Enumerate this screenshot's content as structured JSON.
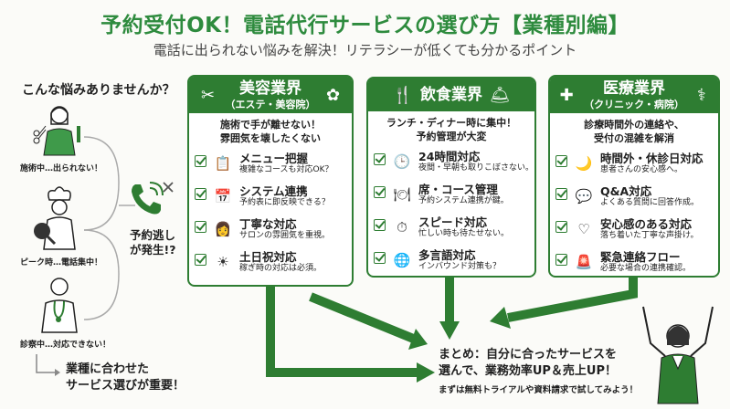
{
  "title": "予約受付OK！電話代行サービスの選び方【業種別編】",
  "subtitle": "電話に出られない悩みを解決！リテラシーが低くても分かるポイント",
  "left": {
    "question": "こんな悩みありませんか？",
    "people": [
      {
        "label": "施術中…出られない！"
      },
      {
        "label": "ピーク時…電話集中！"
      },
      {
        "label": "診察中…対応できない！"
      }
    ],
    "missed_call": "予約逃し\nが発生!?",
    "conclusion": "業種に合わせた\nサービス選びが重要！"
  },
  "panels": [
    {
      "title": "美容業界",
      "subtitle": "（エステ・美容院）",
      "intro": "施術で手が離せない！\n雰囲気を壊したくない",
      "items": [
        {
          "title": "メニュー把握",
          "desc": "複雑なコースも対応OK？",
          "icon": "clipboard-icon"
        },
        {
          "title": "システム連携",
          "desc": "予約表に即反映できる？",
          "icon": "calendar-icon"
        },
        {
          "title": "丁寧な対応",
          "desc": "サロンの雰囲気を重視。",
          "icon": "receptionist-icon"
        },
        {
          "title": "土日祝対応",
          "desc": "稼ぎ時の対応は必須。",
          "icon": "calendar-sun-icon"
        }
      ]
    },
    {
      "title": "飲食業界",
      "subtitle": "",
      "intro": "ランチ・ディナー時に集中！\n予約管理が大変",
      "items": [
        {
          "title": "24時間対応",
          "desc": "夜間・早朝も取りこぼさない。",
          "icon": "clock-24h-icon"
        },
        {
          "title": "席・コース管理",
          "desc": "予約システム連携が鍵。",
          "icon": "menu-table-icon"
        },
        {
          "title": "スピード対応",
          "desc": "忙しい時も待たせない。",
          "icon": "stopwatch-icon"
        },
        {
          "title": "多言語対応",
          "desc": "インバウンド対策も？",
          "icon": "globe-icon"
        }
      ]
    },
    {
      "title": "医療業界",
      "subtitle": "（クリニック・病院）",
      "intro": "診療時間外の連絡や、\n受付の混雑を解消",
      "items": [
        {
          "title": "時間外・休診日対応",
          "desc": "患者さんの安心感へ。",
          "icon": "night-calendar-icon"
        },
        {
          "title": "Q&A対応",
          "desc": "よくある質問に回答作成。",
          "icon": "qa-icon"
        },
        {
          "title": "安心感のある対応",
          "desc": "落ち着いた丁寧な声掛け。",
          "icon": "heart-hands-icon"
        },
        {
          "title": "緊急連絡フロー",
          "desc": "必要な場合の連携確認。",
          "icon": "alarm-light-icon"
        }
      ]
    }
  ],
  "summary": {
    "line1": "まとめ：自分に合ったサービスを",
    "line2": "選んで、業務効率UP＆売上UP！",
    "note": "まずは無料トライアルや資料請求で試してみよう！"
  },
  "colors": {
    "accent": "#2e7d32",
    "title": "#2e8b3e"
  }
}
